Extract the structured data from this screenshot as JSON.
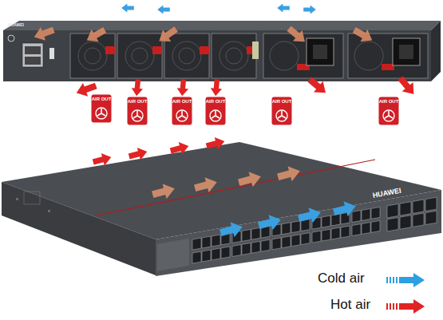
{
  "diagram": {
    "nodes": [
      {
        "text": [
          "AIR OUT"
        ]
      },
      {
        "text": [
          "AIR OUT"
        ]
      },
      {
        "text": [
          "AIR OUT"
        ]
      },
      {
        "text": [
          "AIR OUT"
        ]
      },
      {
        "text": [
          "AIR OUT"
        ]
      },
      {
        "text": [
          "AIR OUT"
        ]
      }
    ],
    "labels": [
      "HUAWEI",
      "HUAWEI"
    ],
    "legend": [
      {
        "text": "Cold air"
      },
      {
        "text": "Hot air"
      }
    ]
  }
}
